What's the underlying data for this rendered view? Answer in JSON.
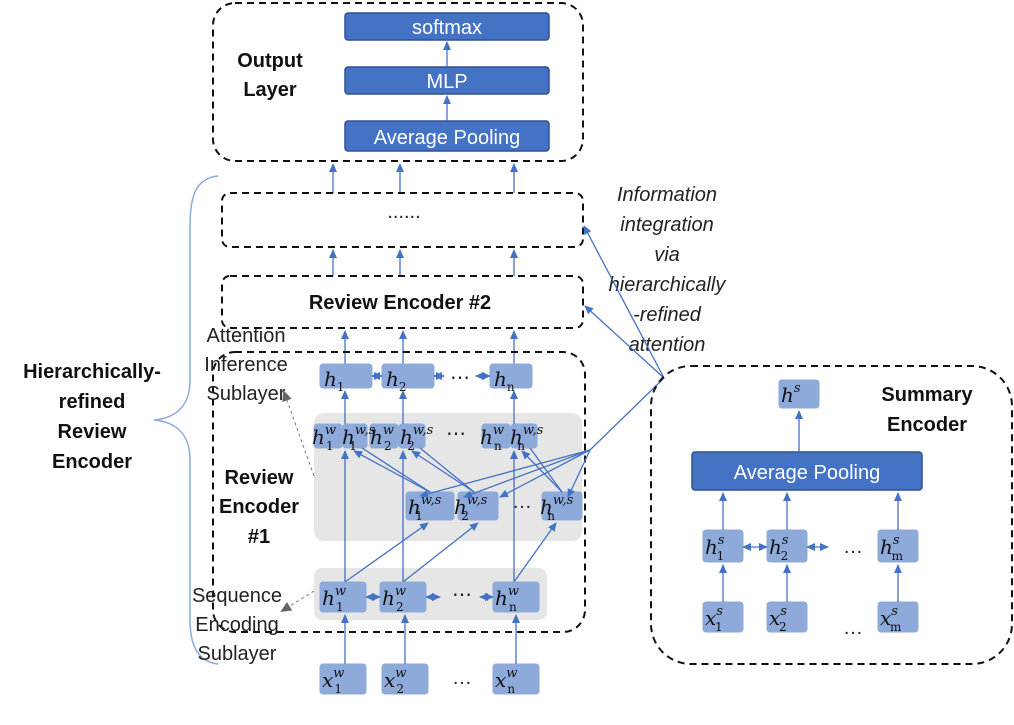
{
  "output_layer": {
    "label_line1": "Output",
    "label_line2": "Layer",
    "softmax": "softmax",
    "mlp": "MLP",
    "avg_pooling": "Average Pooling"
  },
  "ellipsis_box": "......",
  "review_encoder_2": "Review Encoder #2",
  "review_encoder_1": {
    "line1": "Review",
    "line2": "Encoder",
    "line3": "#1"
  },
  "hierarchical_label": [
    "Hierarchically-",
    "refined",
    "Review",
    "Encoder"
  ],
  "attention_sublayer": [
    "Attention",
    "Inference",
    "Sublayer"
  ],
  "sequence_sublayer": [
    "Sequence",
    "Encoding",
    "Sublayer"
  ],
  "info_integration": [
    "Information",
    "integration",
    "via",
    "hierarchically",
    "-refined",
    "attention"
  ],
  "summary_encoder": {
    "line1": "Summary",
    "line2": "Encoder",
    "avg_pooling": "Average Pooling",
    "hs_base": "h",
    "hs_sup": "s"
  },
  "ellipsis": "…",
  "ellipsis_dots": "⋯",
  "review_tokens": {
    "top_h": [
      {
        "base": "h",
        "sub": "1"
      },
      {
        "base": "h",
        "sub": "2"
      },
      {
        "base": "h",
        "sub": "n"
      }
    ],
    "concat": [
      {
        "base": "h",
        "sup": "w",
        "sub": "1"
      },
      {
        "base": "h",
        "sup": "w,s",
        "sub": "1"
      },
      {
        "base": "h",
        "sup": "w",
        "sub": "2"
      },
      {
        "base": "h",
        "sup": "w,s",
        "sub": "2"
      },
      {
        "base": "h",
        "sup": "w",
        "sub": "n"
      },
      {
        "base": "h",
        "sup": "w,s",
        "sub": "n"
      }
    ],
    "hws": [
      {
        "base": "h",
        "sup": "w,s",
        "sub": "1"
      },
      {
        "base": "h",
        "sup": "w,s",
        "sub": "2"
      },
      {
        "base": "h",
        "sup": "w,s",
        "sub": "n"
      }
    ],
    "hw": [
      {
        "base": "h",
        "sup": "w",
        "sub": "1"
      },
      {
        "base": "h",
        "sup": "w",
        "sub": "2"
      },
      {
        "base": "h",
        "sup": "w",
        "sub": "n"
      }
    ],
    "xw": [
      {
        "base": "x",
        "sup": "w",
        "sub": "1"
      },
      {
        "base": "x",
        "sup": "w",
        "sub": "2"
      },
      {
        "base": "x",
        "sup": "w",
        "sub": "n"
      }
    ]
  },
  "summary_tokens": {
    "hs": [
      {
        "base": "h",
        "sup": "s",
        "sub": "1"
      },
      {
        "base": "h",
        "sup": "s",
        "sub": "2"
      },
      {
        "base": "h",
        "sup": "s",
        "sub": "m"
      }
    ],
    "xs": [
      {
        "base": "x",
        "sup": "s",
        "sub": "1"
      },
      {
        "base": "x",
        "sup": "s",
        "sub": "2"
      },
      {
        "base": "x",
        "sup": "s",
        "sub": "m"
      }
    ]
  },
  "colors": {
    "accent": "#4472c4",
    "light_node": "#8eaadb",
    "sublayer_bg": "#e6e6e6"
  }
}
